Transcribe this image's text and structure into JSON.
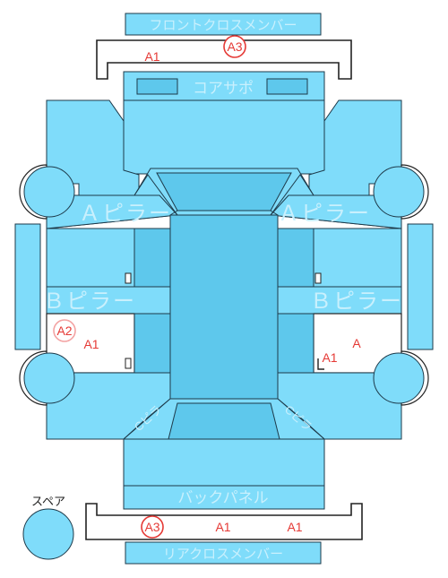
{
  "labels": {
    "front_cross_member": "フロントクロスメンバー",
    "core_support": "コアサポ",
    "a_pillar": "Ａピラー",
    "b_pillar": "Ｂピラー",
    "c_pillar": "Cピラ",
    "back_panel": "バックパネル",
    "rear_cross_member": "リアクロスメンバー",
    "spare": "スペア"
  },
  "marks": {
    "front_a1": "A1",
    "front_a3": "A3",
    "left_a2": "A2",
    "left_a1": "A1",
    "right_a1": "A1",
    "right_a": "A",
    "rear_a3": "A3",
    "rear_a1_center": "A1",
    "rear_a1_right": "A1"
  },
  "colors": {
    "panel": "#7fdcfa",
    "panel_dark": "#5ec8ec",
    "outline": "#1d3a4a",
    "mark_red": "#e53935",
    "label_text": "#c9f0fd"
  }
}
